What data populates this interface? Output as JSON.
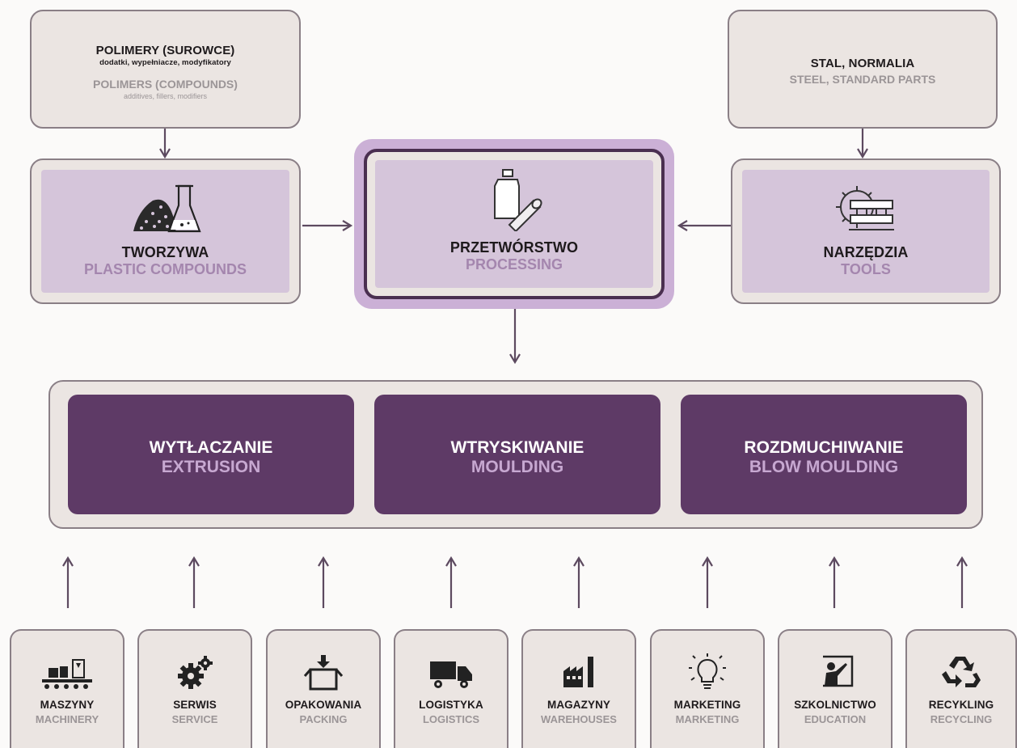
{
  "top": {
    "polymers": {
      "title_pl": "POLIMERY (SUROWCE)",
      "sub_pl": "dodatki, wypełniacze, modyfikatory",
      "title_en": "POLIMERS (COMPOUNDS)",
      "sub_en": "additives, fillers, modifiers"
    },
    "steel": {
      "title_pl": "STAL, NORMALIA",
      "title_en": "STEEL, STANDARD PARTS"
    }
  },
  "middle": {
    "compounds": {
      "label_pl": "TWORZYWA",
      "label_en": "PLASTIC COMPOUNDS",
      "icon": "granules-flask-icon"
    },
    "processing": {
      "label_pl": "PRZETWÓRSTWO",
      "label_en": "PROCESSING",
      "icon": "bottle-pipe-icon"
    },
    "tools": {
      "label_pl": "NARZĘDZIA",
      "label_en": "TOOLS",
      "icon": "gear-mould-icon"
    }
  },
  "methods": [
    {
      "label_pl": "WYTŁACZANIE",
      "label_en": "EXTRUSION"
    },
    {
      "label_pl": "WTRYSKIWANIE",
      "label_en": "MOULDING"
    },
    {
      "label_pl": "ROZDMUCHIWANIE",
      "label_en": "BLOW MOULDING"
    }
  ],
  "services": [
    {
      "label_pl": "MASZYNY",
      "label_en": "MACHINERY",
      "icon": "conveyor-icon"
    },
    {
      "label_pl": "SERWIS",
      "label_en": "SERVICE",
      "icon": "gears-icon"
    },
    {
      "label_pl": "OPAKOWANIA",
      "label_en": "PACKING",
      "icon": "box-icon"
    },
    {
      "label_pl": "LOGISTYKA",
      "label_en": "LOGISTICS",
      "icon": "truck-icon"
    },
    {
      "label_pl": "MAGAZYNY",
      "label_en": "WAREHOUSES",
      "icon": "factory-icon"
    },
    {
      "label_pl": "MARKETING",
      "label_en": "MARKETING",
      "icon": "lightbulb-icon"
    },
    {
      "label_pl": "SZKOLNICTWO",
      "label_en": "EDUCATION",
      "icon": "teacher-icon"
    },
    {
      "label_pl": "RECYKLING",
      "label_en": "RECYCLING",
      "icon": "recycle-icon"
    }
  ],
  "colors": {
    "dark_purple": "#5e3a66",
    "light_purple": "#d5c5da",
    "beige": "#ebe5e2",
    "accent_text": "#a486ae"
  }
}
